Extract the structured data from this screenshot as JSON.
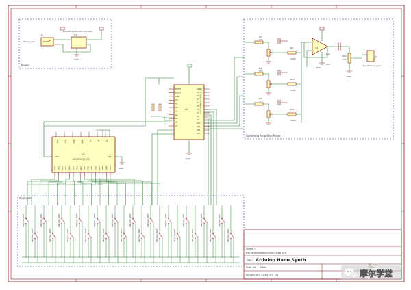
{
  "colors": {
    "border": "#8b1a1a",
    "wire": "#2e7d32",
    "component": "#8b1a1a",
    "component_fill": "#ffffc0",
    "dashed_box": "#1f3d8a",
    "label_text": "#3a3a3a",
    "watermark_bg": "#e6e6e6"
  },
  "power_section": {
    "title": "Power",
    "barrel_ref": "J1",
    "barrel_name": "Barrel_Jack",
    "converter_name": "Buck/Boost DC-DC converter",
    "converter_ref": "U1",
    "gnd": "GND"
  },
  "mixer_section": {
    "title": "Summing Amplifier/Mixer",
    "opamp_ref": "U3",
    "output_ref": "J2",
    "output_name": "Headphones_Jack",
    "gnd": "GND",
    "resistors": [
      {
        "ref": "R3",
        "value": "47k"
      },
      {
        "ref": "R9",
        "value": "100k"
      },
      {
        "ref": "R4",
        "value": "47k"
      },
      {
        "ref": "R10",
        "value": "100k"
      },
      {
        "ref": "R5",
        "value": "47k"
      },
      {
        "ref": "R11",
        "value": "100k"
      },
      {
        "ref": "R12",
        "value": "22k"
      },
      {
        "ref": "RV4",
        "value": "10k"
      }
    ]
  },
  "arduino": {
    "ref": "A1",
    "name": "Arduino_Nano_v3.x",
    "pins_left": [
      "RESET",
      "RESET",
      "AREF",
      "A0",
      "A1",
      "A2",
      "A3",
      "A4",
      "A5",
      "A6",
      "A7"
    ],
    "pins_right": [
      "D0/RX",
      "D1/TX",
      "D2",
      "D3",
      "D4",
      "D5",
      "D6",
      "D7",
      "D8",
      "D9",
      "D10",
      "D11",
      "D12",
      "D13"
    ],
    "gnd": "GND"
  },
  "expander": {
    "ref": "U2",
    "name": "MCP23017_SP",
    "pins_top": [
      "SDA",
      "SCK",
      "INTA",
      "INTB",
      "A0",
      "A1",
      "A2"
    ],
    "pins_bottom": [
      "GPA0",
      "GPA1",
      "GPA2",
      "GPA3",
      "GPA4",
      "GPA5",
      "GPA6",
      "GPA7",
      "GPB0",
      "GPB1",
      "GPB2",
      "GPB3",
      "GPB4",
      "GPB5",
      "GPB6",
      "GPB7"
    ],
    "vdd": "VDD",
    "vss": "VSS",
    "gnd": "GND"
  },
  "keyboard_section": {
    "title": "Keyboard",
    "switch_label": "SW_Push_SPDT",
    "switch_count": 24
  },
  "title_block": {
    "sheet": "Sheet: /",
    "file": "File: arduinoNanoSynth.kicad_sch",
    "title_prefix": "Title:",
    "title": "Arduino Nano Synth",
    "size_label": "Size: A4",
    "date_label": "Date:",
    "rev_label": "Rev:",
    "tool": "KiCad E.D.A.  kicad (6.0.10)",
    "id_label": "Id: 1/1"
  },
  "watermark": {
    "text": "摩尔学堂",
    "icon": "chat-bubbles-icon"
  }
}
